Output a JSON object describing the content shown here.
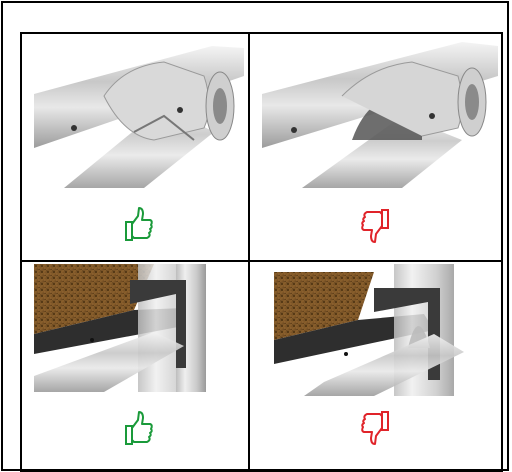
{
  "figure": {
    "panels": [
      {
        "id": "top-left",
        "verdict": "good",
        "icon": "thumbs-up-icon",
        "color": "#1a9a3a"
      },
      {
        "id": "top-right",
        "verdict": "bad",
        "icon": "thumbs-down-icon",
        "color": "#e0242a"
      },
      {
        "id": "bottom-left",
        "verdict": "good",
        "icon": "thumbs-up-icon",
        "color": "#1a9a3a"
      },
      {
        "id": "bottom-right",
        "verdict": "bad",
        "icon": "thumbs-down-icon",
        "color": "#e0242a"
      }
    ]
  }
}
